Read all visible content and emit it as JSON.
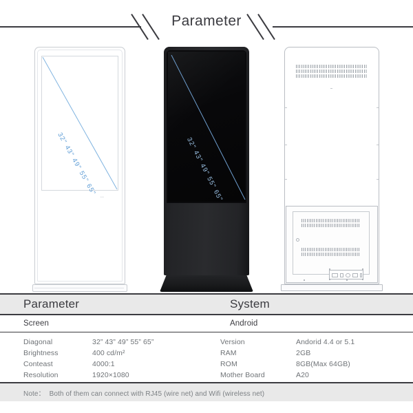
{
  "header": {
    "title": "Parameter",
    "ornament_left": "double-slash",
    "ornament_right": "double-slash"
  },
  "gallery": {
    "items": [
      {
        "name": "white-outline-kiosk",
        "variant": "line-art-front",
        "diagonal_label": "32\" 43\" 49\" 55\" 65\"",
        "label_color": "#5b9bd5",
        "line_color": "#7fb3e0",
        "body_color": "#ffffff"
      },
      {
        "name": "black-kiosk",
        "variant": "photo-front",
        "diagonal_label": "32\" 43\" 49\" 55\" 65\"",
        "label_color": "#9dc4e8",
        "line_color": "#6f9fd0",
        "body_color": "#232427"
      },
      {
        "name": "technical-back-view",
        "variant": "line-art-back",
        "diagonal_label": "",
        "label_color": "",
        "line_color": "#b9bdc3",
        "body_color": "#ffffff"
      }
    ]
  },
  "spec_table": {
    "columns": [
      {
        "header": "Parameter",
        "subheader": "Screen",
        "rows": [
          {
            "key": "Diagonal",
            "value": "32” 43” 49” 55” 65”"
          },
          {
            "key": "Brightness",
            "value": "400 cd/m²"
          },
          {
            "key": "Conteast",
            "value": "4000:1"
          },
          {
            "key": "Resolution",
            "value": "1920×1080"
          }
        ]
      },
      {
        "header": "System",
        "subheader": "Android",
        "rows": [
          {
            "key": "Version",
            "value": "Andorid 4.4 or 5.1"
          },
          {
            "key": "RAM",
            "value": "2GB"
          },
          {
            "key": "ROM",
            "value": "8GB(Max 64GB)"
          },
          {
            "key": "Mother Board",
            "value": "A20"
          }
        ]
      }
    ],
    "note": {
      "label": "Note：",
      "text": "Both of them can connect with RJ45 (wire net) and Wifi (wireless net)"
    }
  },
  "colors": {
    "rule": "#3b3b40",
    "header_band": "#e9e9e9",
    "note_band": "#e9e9e9",
    "text_primary": "#3b3b40",
    "text_secondary": "#6e7276",
    "accent_blue": "#5b9bd5"
  }
}
